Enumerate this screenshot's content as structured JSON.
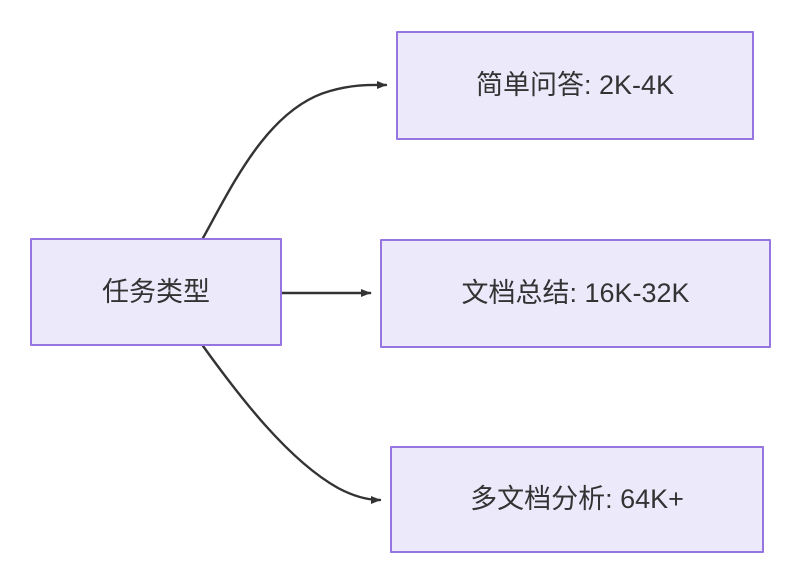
{
  "diagram": {
    "type": "flowchart",
    "direction": "left-to-right",
    "background_color": "#ffffff",
    "node_fill_color": "#ECE9FB",
    "node_border_color": "#9675E0",
    "node_text_color": "#333333",
    "edge_color": "#333333",
    "root": {
      "id": "root",
      "label": "任务类型"
    },
    "branches": [
      {
        "id": "simple-qa",
        "label": "简单问答: 2K-4K",
        "task": "简单问答",
        "context_range": "2K-4K",
        "edge_style": "curved-up"
      },
      {
        "id": "doc-sum",
        "label": "文档总结: 16K-32K",
        "task": "文档总结",
        "context_range": "16K-32K",
        "edge_style": "straight"
      },
      {
        "id": "multi-doc",
        "label": "多文档分析: 64K+",
        "task": "多文档分析",
        "context_range": "64K+",
        "edge_style": "curved-down"
      }
    ]
  }
}
